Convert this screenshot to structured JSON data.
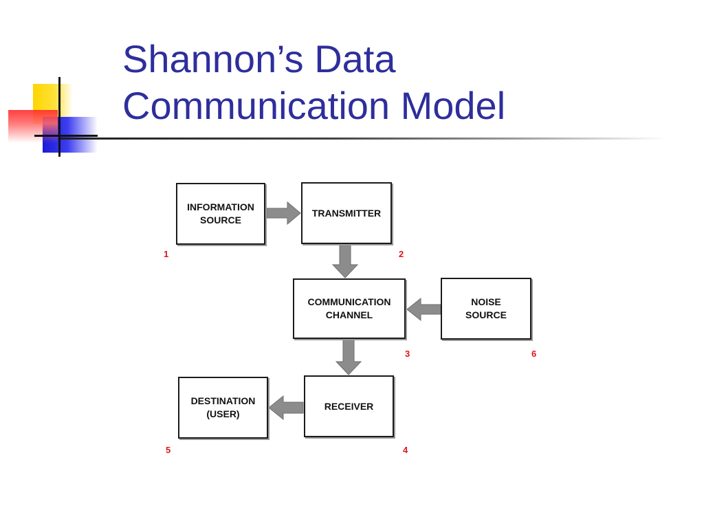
{
  "slide": {
    "title_line1": "Shannon’s Data",
    "title_line2": "Communication Model"
  },
  "diagram": {
    "blocks": {
      "information_source": {
        "line1": "INFORMATION",
        "line2": "SOURCE",
        "number": "1"
      },
      "transmitter": {
        "line1": "TRANSMITTER",
        "number": "2"
      },
      "communication_channel": {
        "line1": "COMMUNICATION",
        "line2": "CHANNEL",
        "number": "3"
      },
      "receiver": {
        "line1": "RECEIVER",
        "number": "4"
      },
      "destination": {
        "line1": "DESTINATION",
        "line2": "(USER)",
        "number": "5"
      },
      "noise_source": {
        "line1": "NOISE",
        "line2": "SOURCE",
        "number": "6"
      }
    },
    "colors": {
      "title": "#2e2e9c",
      "numbers": "#e0141b",
      "arrows": "#8c8c8c"
    }
  }
}
